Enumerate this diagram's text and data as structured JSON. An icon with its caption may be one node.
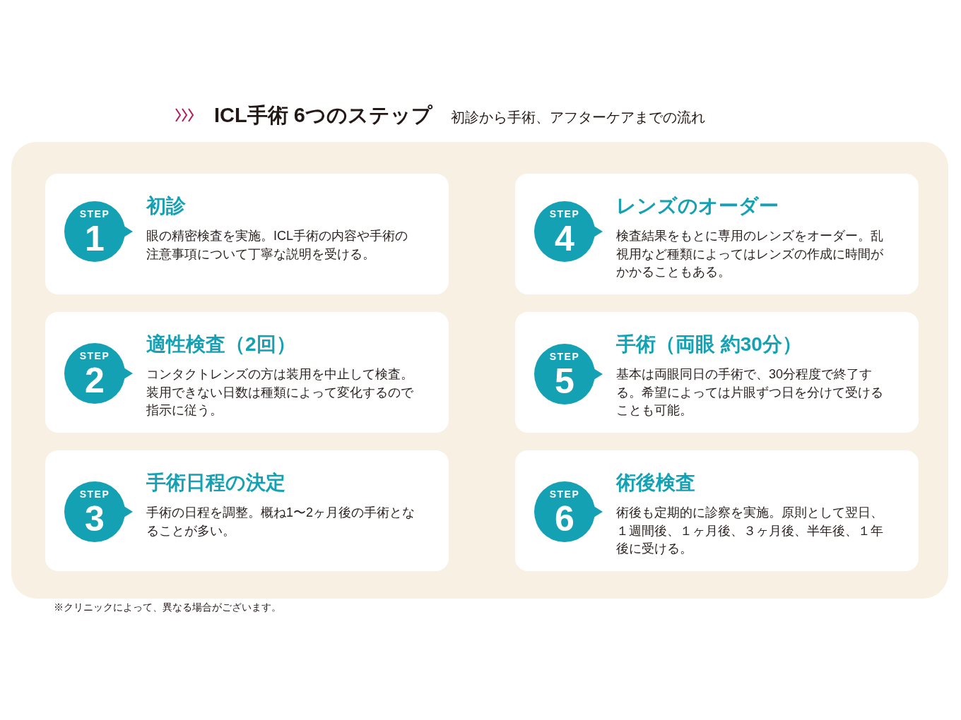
{
  "diagram": {
    "title": "ICL手術 6つのステップ",
    "caption": "※クリニックによって、異なる場合がございます。",
    "nodes": [
      {
        "text": [],
        "shape": "box"
      },
      {
        "text": [
          "初診",
          "眼の精密検査を実施。ICL手術の内容や手術の注意事項について丁寧な説明を受ける。"
        ],
        "in": 0
      },
      {
        "text": [
          "STEP",
          "1"
        ],
        "in": 1
      },
      {
        "text": [
          "適性検査（2回）",
          "コンタクトレンズの方は装用を中止して検査。装用できない日数は種類によって変化するので指示に従う。"
        ],
        "in": 0
      },
      {
        "text": [
          "STEP",
          "2"
        ],
        "in": 3
      },
      {
        "text": [
          "手術日程の決定",
          "手術の日程を調整。概ね1〜2ヶ月後の手術となることが多い。"
        ],
        "in": 0
      },
      {
        "text": [
          "STEP",
          "3"
        ],
        "in": 5
      },
      {
        "text": [
          "レンズのオーダー",
          "検査結果をもとに専用のレンズをオーダー。乱視用など種類によってはレンズの作成に時間がかかることもある。"
        ],
        "in": 0
      },
      {
        "text": [
          "STEP",
          "4"
        ],
        "in": 7
      },
      {
        "text": [
          "手術（両眼 約30分）",
          "基本は両眼同日の手術で、30分程度で終了する。希望によっては片眼ずつ日を分けて受けることも可能。"
        ],
        "in": 0
      },
      {
        "text": [
          "STEP",
          "5"
        ],
        "in": 9
      },
      {
        "text": [
          "術後検査",
          "術後も定期的に診察を実施。原則として翌日、１週間後、１ヶ月後、３ヶ月後、半年後、１年後に受ける。"
        ],
        "in": 0
      },
      {
        "text": [
          "STEP",
          "6"
        ],
        "in": 11
      }
    ],
    "labels": [
      "初診から手術、アフターケアまでの流れ"
    ]
  }
}
